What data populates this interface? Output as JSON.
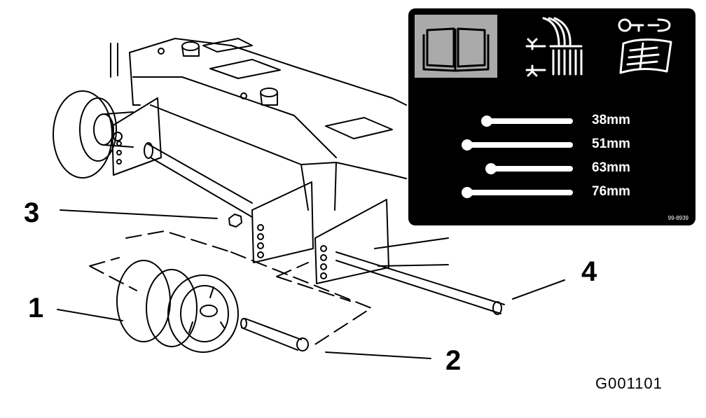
{
  "callouts": {
    "c1": "1",
    "c2": "2",
    "c3": "3",
    "c4": "4"
  },
  "figure_code": "G001101",
  "decal": {
    "part_code": "99-8939",
    "icons": [
      "manual-book-icon",
      "height-of-cut-icon",
      "service-wrench-icon"
    ],
    "heights": [
      {
        "label": "38mm"
      },
      {
        "label": "51mm"
      },
      {
        "label": "63mm"
      },
      {
        "label": "76mm"
      }
    ]
  }
}
